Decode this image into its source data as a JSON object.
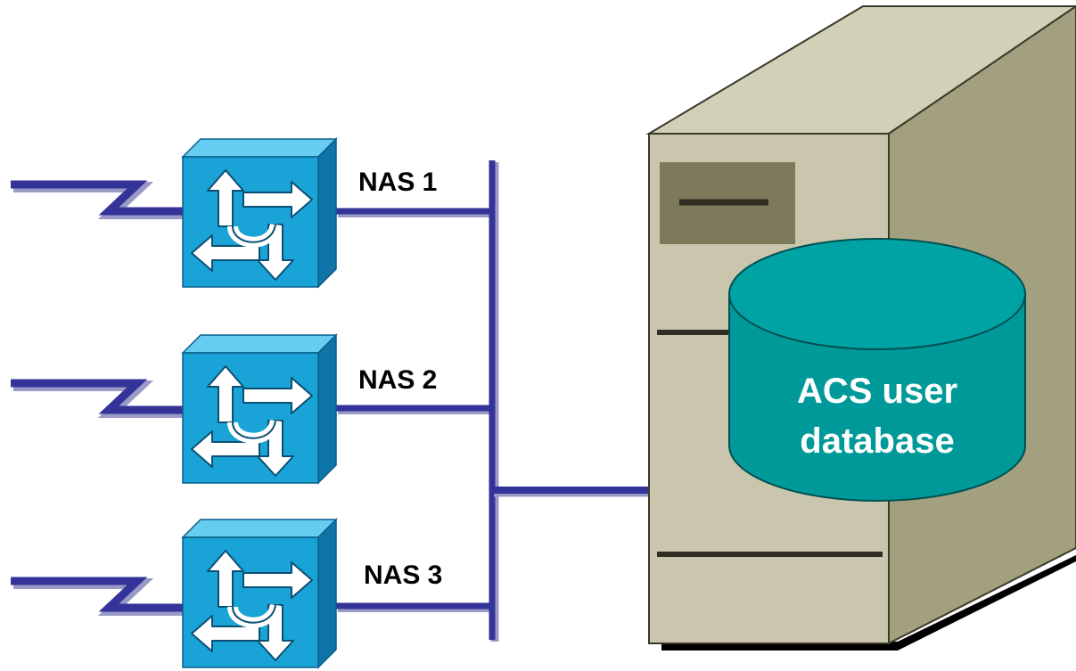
{
  "diagram": {
    "nas_labels": [
      "NAS 1",
      "NAS 2",
      "NAS 3"
    ],
    "database": {
      "line1": "ACS user",
      "line2": "database"
    }
  },
  "icons": {
    "router": "router-icon",
    "server": "server-tower-icon",
    "database": "database-cylinder-icon",
    "serial_link": "serial-link-icon"
  },
  "colors": {
    "router_face": "#1aa3d6",
    "router_top": "#66ccf0",
    "router_side": "#0f75a8",
    "link": "#333399",
    "server_front": "#c9c6ad",
    "server_side": "#a3a07f",
    "server_top": "#d3d0b8",
    "database": "#009999",
    "database_top": "#00a3a3"
  }
}
